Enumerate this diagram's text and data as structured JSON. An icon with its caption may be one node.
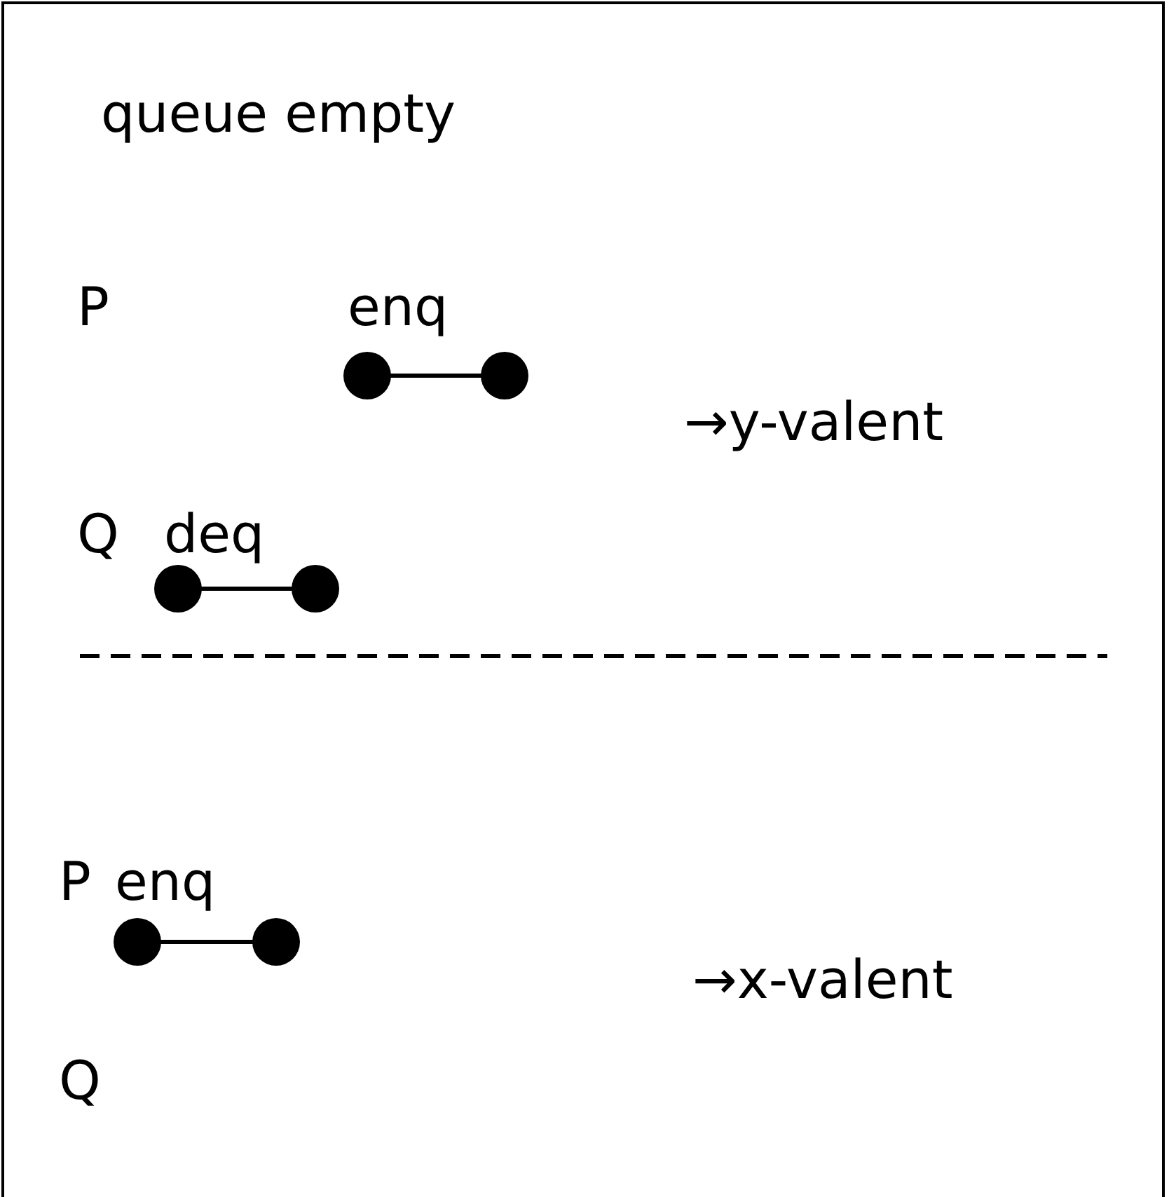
{
  "diagram": {
    "labels": [
      "queue empty",
      "P",
      "enq",
      "→y-valent",
      "Q",
      "deq",
      "P",
      "enq",
      "→x-valent",
      "Q"
    ]
  }
}
